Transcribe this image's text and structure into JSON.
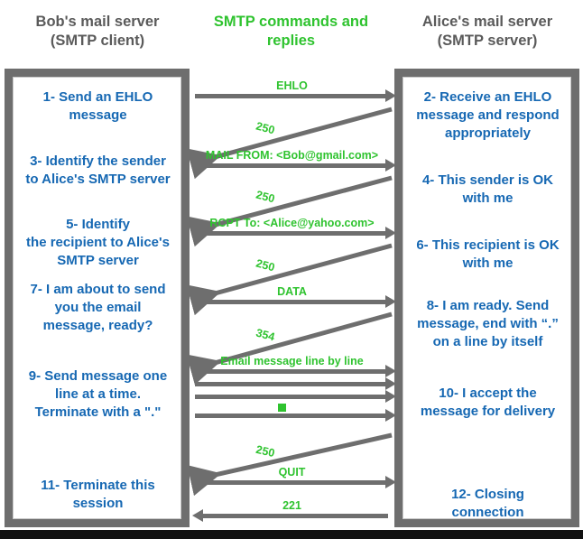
{
  "headings": {
    "left": "Bob's mail server\n(SMTP client)",
    "middle": "SMTP commands and\nreplies",
    "right": "Alice's mail server\n(SMTP server)"
  },
  "colors": {
    "step_text": "#1668b3",
    "heading_gray": "#5a5a5a",
    "label_green": "#2fc32f",
    "arrow_gray": "#6e6e6e",
    "panel_border": "#6e6e6e",
    "background": "#ffffff"
  },
  "client_steps": [
    {
      "id": "step-1",
      "text": "1- Send an EHLO\nmessage"
    },
    {
      "id": "step-3",
      "text": "3- Identify the sender\nto Alice's SMTP server"
    },
    {
      "id": "step-5",
      "text": "5- Identify\nthe recipient to Alice's\nSMTP server"
    },
    {
      "id": "step-7",
      "text": "7- I am about to send\nyou the email\nmessage, ready?"
    },
    {
      "id": "step-9",
      "text": "9- Send message one\nline at a time.\nTerminate with a \".\""
    },
    {
      "id": "step-11",
      "text": "11- Terminate this\nsession"
    }
  ],
  "server_steps": [
    {
      "id": "step-2",
      "text": "2- Receive an EHLO\nmessage and respond\nappropriately"
    },
    {
      "id": "step-4",
      "text": "4- This sender is OK\nwith me"
    },
    {
      "id": "step-6",
      "text": "6- This recipient is OK\nwith me"
    },
    {
      "id": "step-8",
      "text": "8-  I am ready. Send\nmessage, end with “.”\non a line by itself"
    },
    {
      "id": "step-10",
      "text": "10-  I accept the\nmessage for delivery"
    },
    {
      "id": "step-12",
      "text": "12-  Closing\nconnection"
    }
  ],
  "commands": [
    {
      "id": "cmd-ehlo",
      "label": "EHLO",
      "direction": "client-to-server"
    },
    {
      "id": "cmd-mail-from",
      "label": "MAIL FROM: <Bob@gmail.com>",
      "direction": "client-to-server"
    },
    {
      "id": "cmd-rcpt-to",
      "label": "RCPT To: <Alice@yahoo.com>",
      "direction": "client-to-server"
    },
    {
      "id": "cmd-data",
      "label": "DATA",
      "direction": "client-to-server"
    },
    {
      "id": "cmd-message",
      "label": "Email message line by line",
      "direction": "client-to-server"
    },
    {
      "id": "cmd-quit",
      "label": "QUIT",
      "direction": "client-to-server"
    }
  ],
  "replies": [
    {
      "id": "reply-250-a",
      "label": "250",
      "direction": "server-to-client"
    },
    {
      "id": "reply-250-b",
      "label": "250",
      "direction": "server-to-client"
    },
    {
      "id": "reply-250-c",
      "label": "250",
      "direction": "server-to-client"
    },
    {
      "id": "reply-354",
      "label": "354",
      "direction": "server-to-client"
    },
    {
      "id": "reply-250-d",
      "label": "250",
      "direction": "server-to-client"
    },
    {
      "id": "reply-221",
      "label": "221",
      "direction": "server-to-client"
    }
  ]
}
